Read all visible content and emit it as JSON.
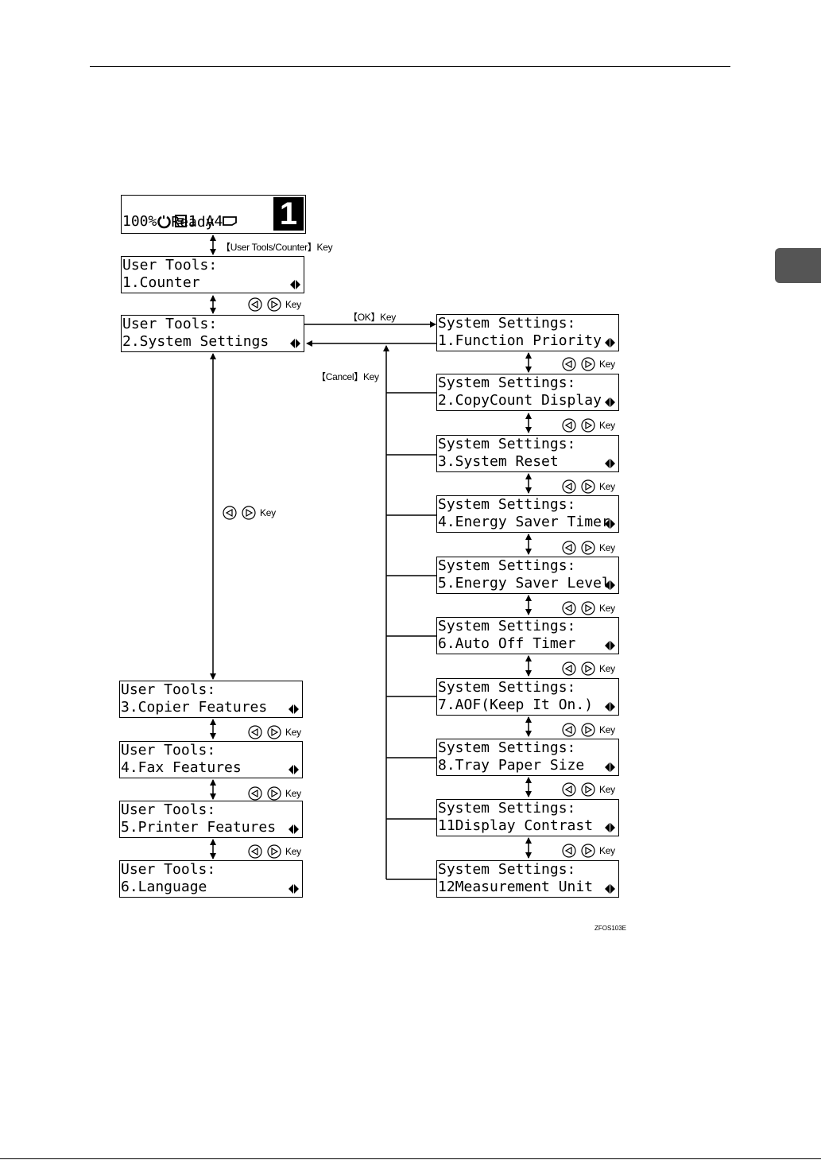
{
  "home": {
    "status": "Ready",
    "line2": "100%  ",
    "copies": "1",
    "paper": "A4",
    "copy_count_big": "1"
  },
  "labels": {
    "user_tools_key": "【User Tools/Counter】Key",
    "ok_key": "【OK】Key",
    "cancel_key": "【Cancel】Key",
    "arrow_key": "Key",
    "figure_id": "ZFOS103E"
  },
  "user_tools_title": "User Tools:",
  "system_settings_title": "System Settings:",
  "user_tools_items": [
    "1.Counter",
    "2.System Settings",
    "3.Copier Features",
    "4.Fax Features",
    "5.Printer Features",
    "6.Language"
  ],
  "system_settings_items": [
    "1.Function Priority",
    "2.CopyCount Display",
    "3.System Reset",
    "4.Energy Saver Timer",
    "5.Energy Saver Level",
    "6.Auto Off Timer",
    "7.AOF(Keep It On.)",
    "8.Tray Paper Size",
    "11Display Contrast",
    "12Measurement Unit"
  ],
  "icons": [
    "power-icon",
    "copies-icon",
    "paper-orientation-icon",
    "left-right-arrow-icon",
    "left-key-icon",
    "right-key-icon"
  ]
}
